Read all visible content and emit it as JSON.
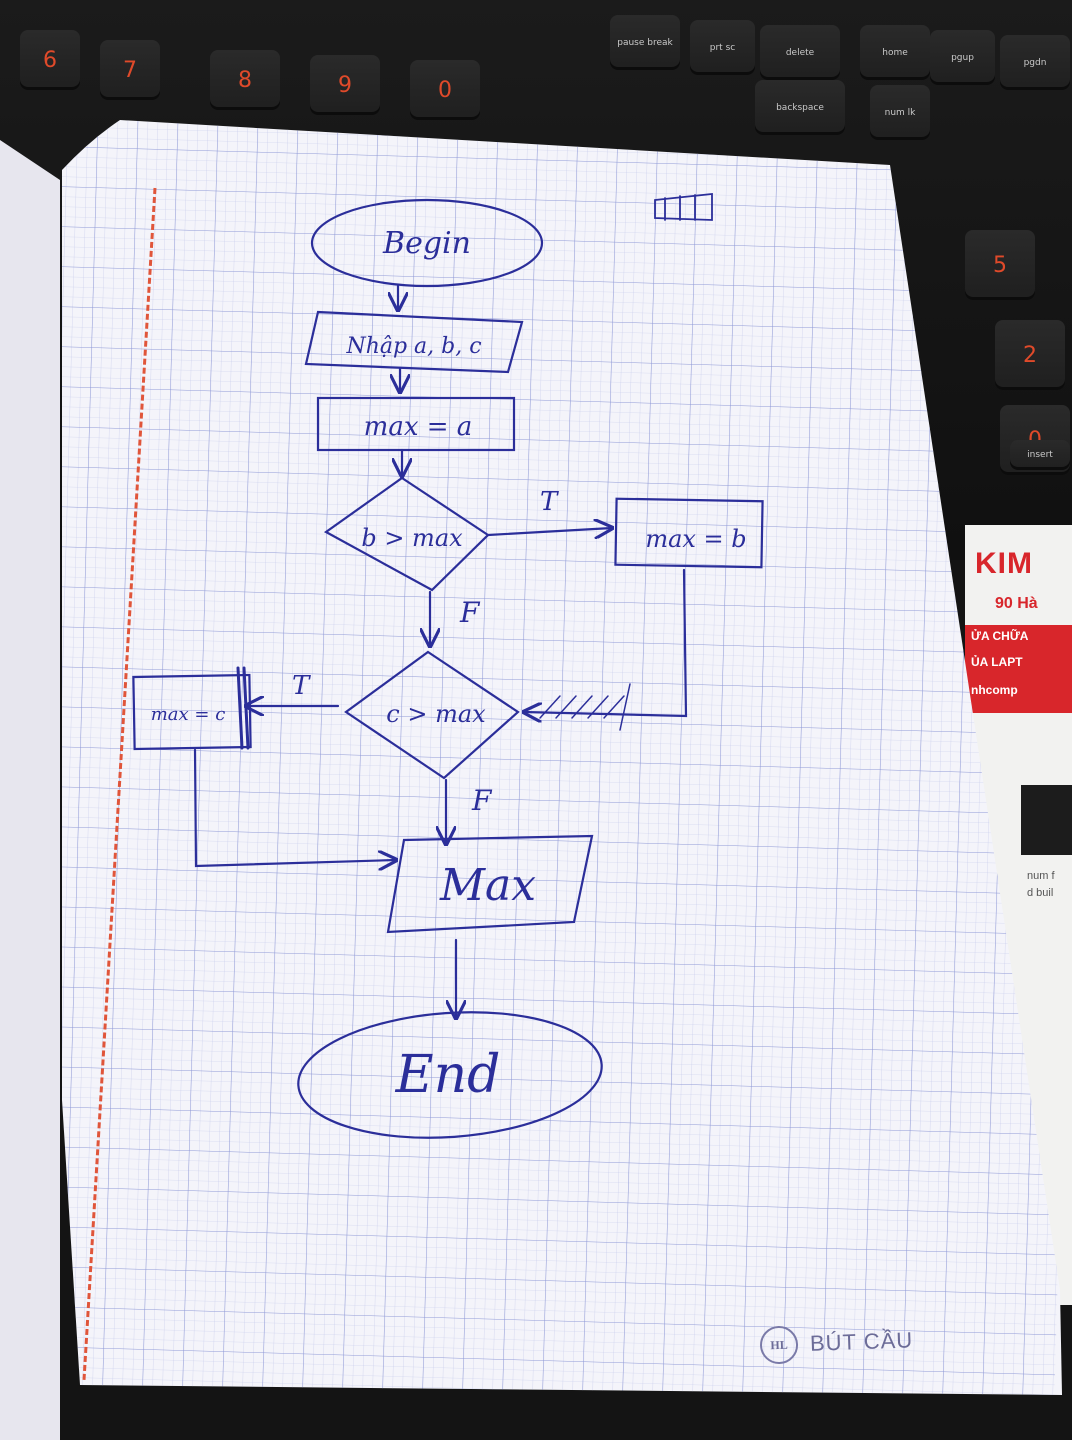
{
  "photo": {
    "keyboard_keys": [
      "6",
      "7",
      "8",
      "9",
      "0",
      "home",
      "pgup",
      "pgdn",
      "delete",
      "backspace",
      "num lk",
      "prt sc",
      "pause break",
      "5",
      "2",
      "0",
      "insert"
    ],
    "leaflet": {
      "brand": "KIM",
      "subtitle": "90 Hà",
      "band_lines": [
        "ỬA CHỮA",
        "ỦA LAPT",
        "nhcomp"
      ],
      "small_text": [
        "num f",
        "d buil"
      ]
    },
    "notebook_brand": {
      "logo": "HL",
      "name": "BÚT CẦU"
    }
  },
  "flowchart": {
    "start": "Begin",
    "input": "Nhập a, b, c",
    "init": "max = a",
    "decision1": "b > max",
    "assign_b": "max = b",
    "decision2": "c > max",
    "assign_c": "max = c",
    "output": "Max",
    "end": "End",
    "true_label": "T",
    "false_label": "F"
  },
  "colors": {
    "ink": "#2b2e9a",
    "grid": "#9aa3dc",
    "paper": "#f4f4fa",
    "margin_red": "#e0553a"
  }
}
